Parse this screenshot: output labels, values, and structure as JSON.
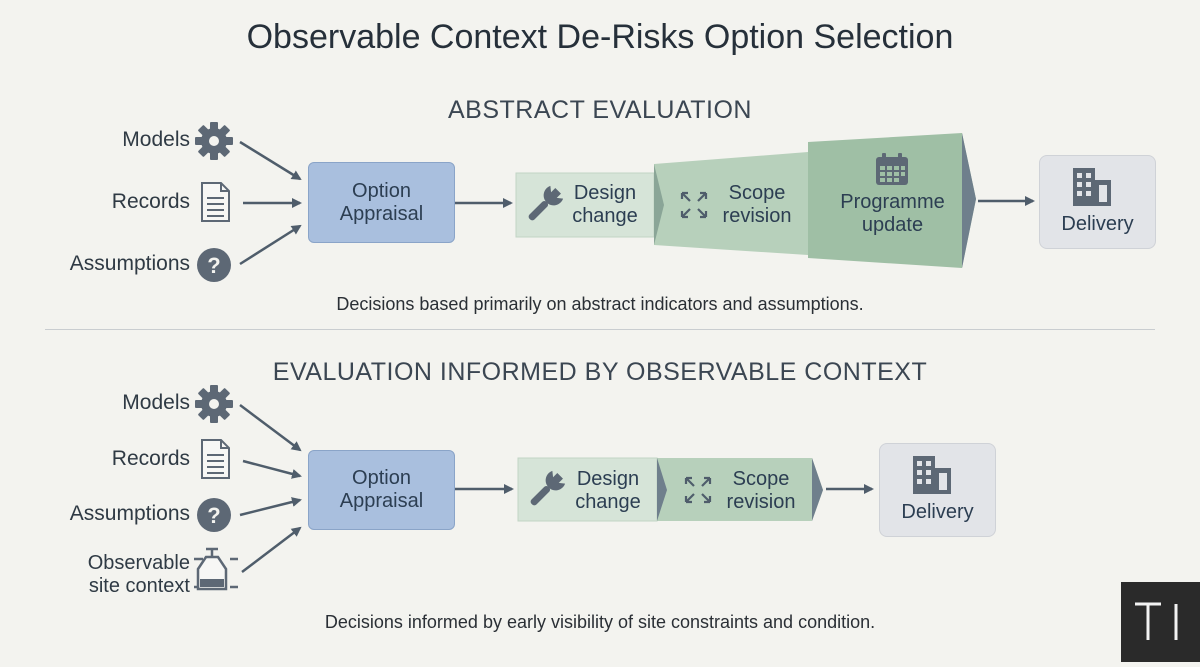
{
  "title": "Observable Context De-Risks Option Selection",
  "top": {
    "heading": "ABSTRACT EVALUATION",
    "inputs": [
      "Models",
      "Records",
      "Assumptions"
    ],
    "option_line1": "Option",
    "option_line2": "Appraisal",
    "stages": [
      {
        "line1": "Design",
        "line2": "change"
      },
      {
        "line1": "Scope",
        "line2": "revision"
      },
      {
        "line1": "Programme",
        "line2": "update"
      }
    ],
    "delivery": "Delivery",
    "caption": "Decisions based primarily on abstract indicators and assumptions."
  },
  "bottom": {
    "heading": "EVALUATION INFORMED BY OBSERVABLE CONTEXT",
    "inputs": [
      "Models",
      "Records",
      "Assumptions"
    ],
    "site_line1": "Observable",
    "site_line2": "site context",
    "option_line1": "Option",
    "option_line2": "Appraisal",
    "stages": [
      {
        "line1": "Design",
        "line2": "change"
      },
      {
        "line1": "Scope",
        "line2": "revision"
      }
    ],
    "delivery": "Delivery",
    "caption": "Decisions informed by early visibility of site constraints and condition."
  },
  "logo_text": "TI",
  "colors": {
    "option_fill": "#a9bfde",
    "stage1_fill": "#d6e4d8",
    "stage2_fill": "#b7d0bb",
    "stage3_fill": "#9fbfa5",
    "arrow": "#4f5d6b",
    "icon": "#5d6875"
  }
}
